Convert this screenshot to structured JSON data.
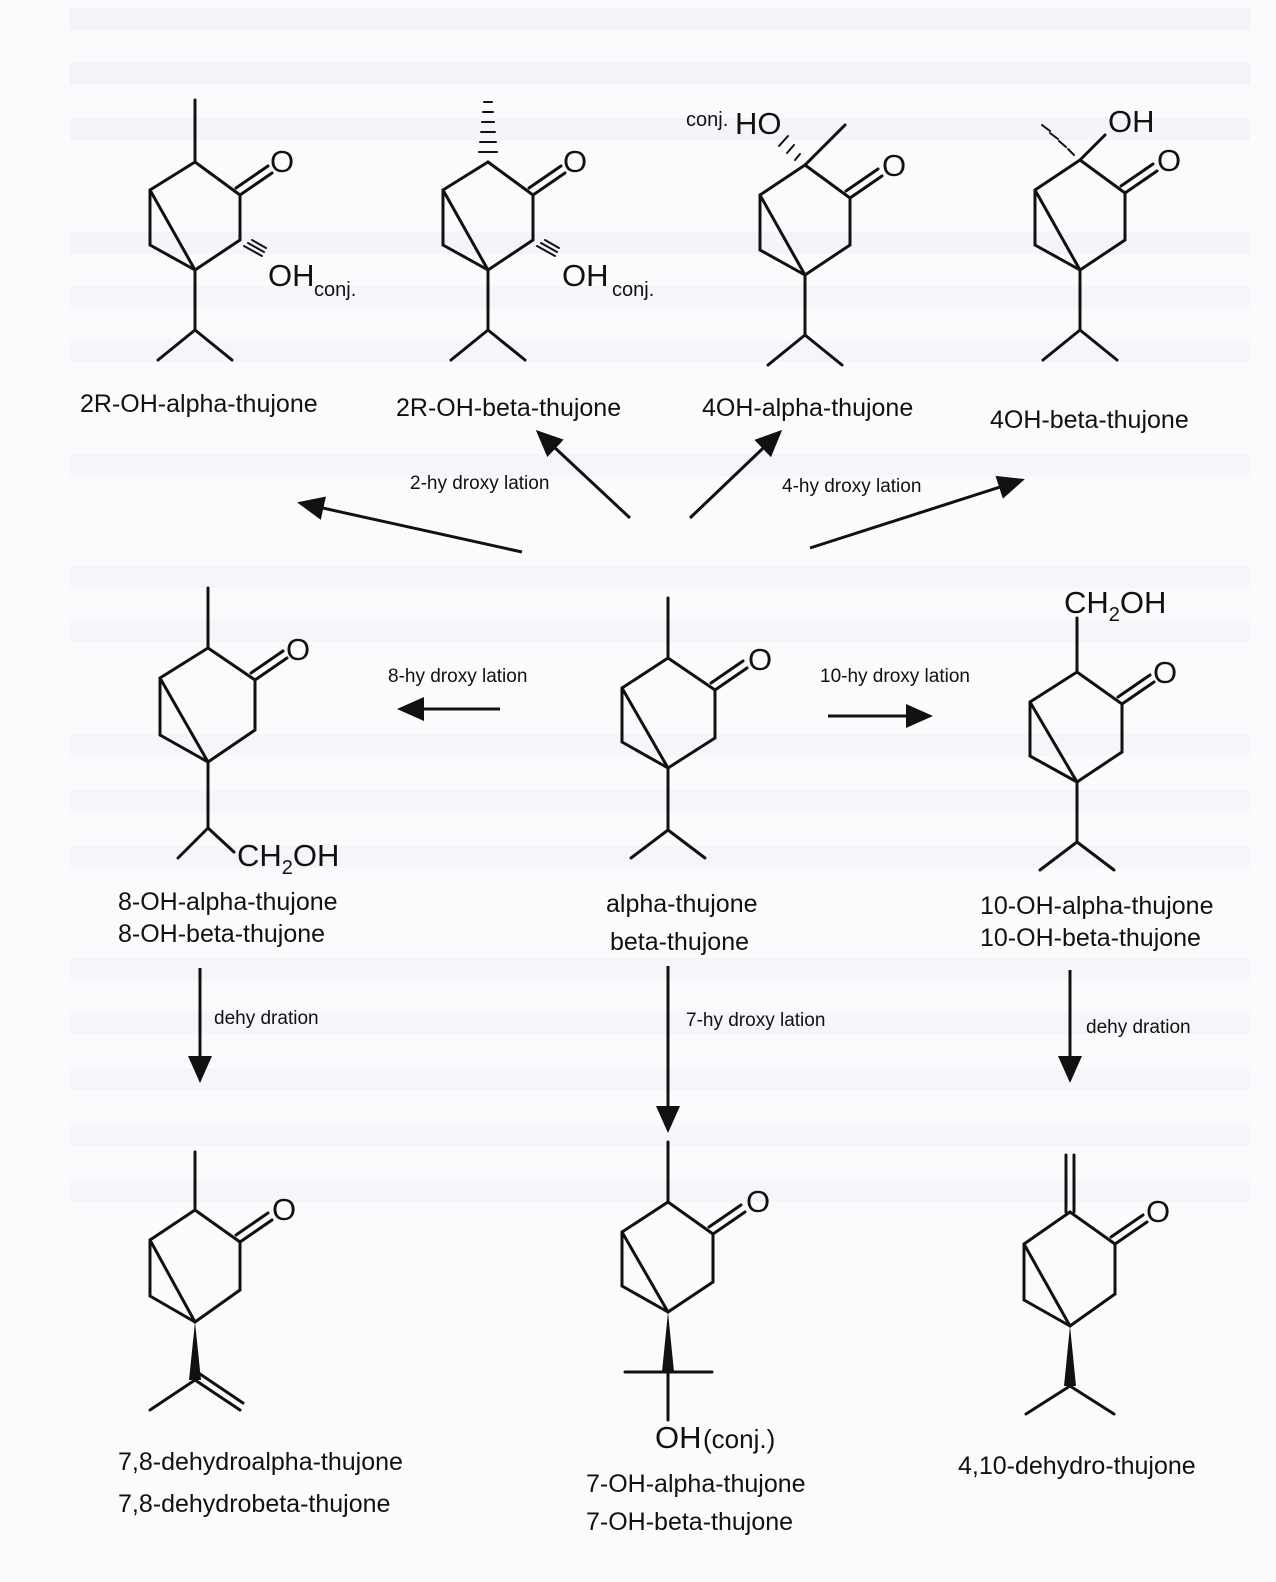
{
  "compounds": {
    "r2_alpha": "2R-OH-alpha-thujone",
    "r2_beta": "2R-OH-beta-thujone",
    "oh4_alpha": "4OH-alpha-thujone",
    "oh4_beta": "4OH-beta-thujone",
    "oh8_alpha": "8-OH-alpha-thujone",
    "oh8_beta": "8-OH-beta-thujone",
    "parent_alpha": "alpha-thujone",
    "parent_beta": "beta-thujone",
    "oh10_alpha": "10-OH-alpha-thujone",
    "oh10_beta": "10-OH-beta-thujone",
    "dehydro78_alpha": "7,8-dehydroalpha-thujone",
    "dehydro78_beta": "7,8-dehydrobeta-thujone",
    "oh7_alpha": "7-OH-alpha-thujone",
    "oh7_beta": "7-OH-beta-thujone",
    "dehydro410": "4,10-dehydro-thujone"
  },
  "reactions": {
    "hydroxylation_2": "2-hy droxy lation",
    "hydroxylation_4": "4-hy droxy lation",
    "hydroxylation_8": "8-hy droxy lation",
    "hydroxylation_10": "10-hy droxy lation",
    "hydroxylation_7": "7-hy droxy lation",
    "dehydration_left": "dehy dration",
    "dehydration_right": "dehy dration"
  },
  "atoms": {
    "oxygen": "O",
    "hydroxyl": "OH",
    "hydroxyl_rev": "HO",
    "conj": "conj.",
    "conj_paren": "(conj.)",
    "ch2oh_main": "CH",
    "ch2oh_sub": "2",
    "ch2oh_tail": "OH"
  },
  "colors": {
    "ink": "#111111",
    "paper": "#fbfbfd",
    "bleed_text": "#e9eaf0"
  }
}
